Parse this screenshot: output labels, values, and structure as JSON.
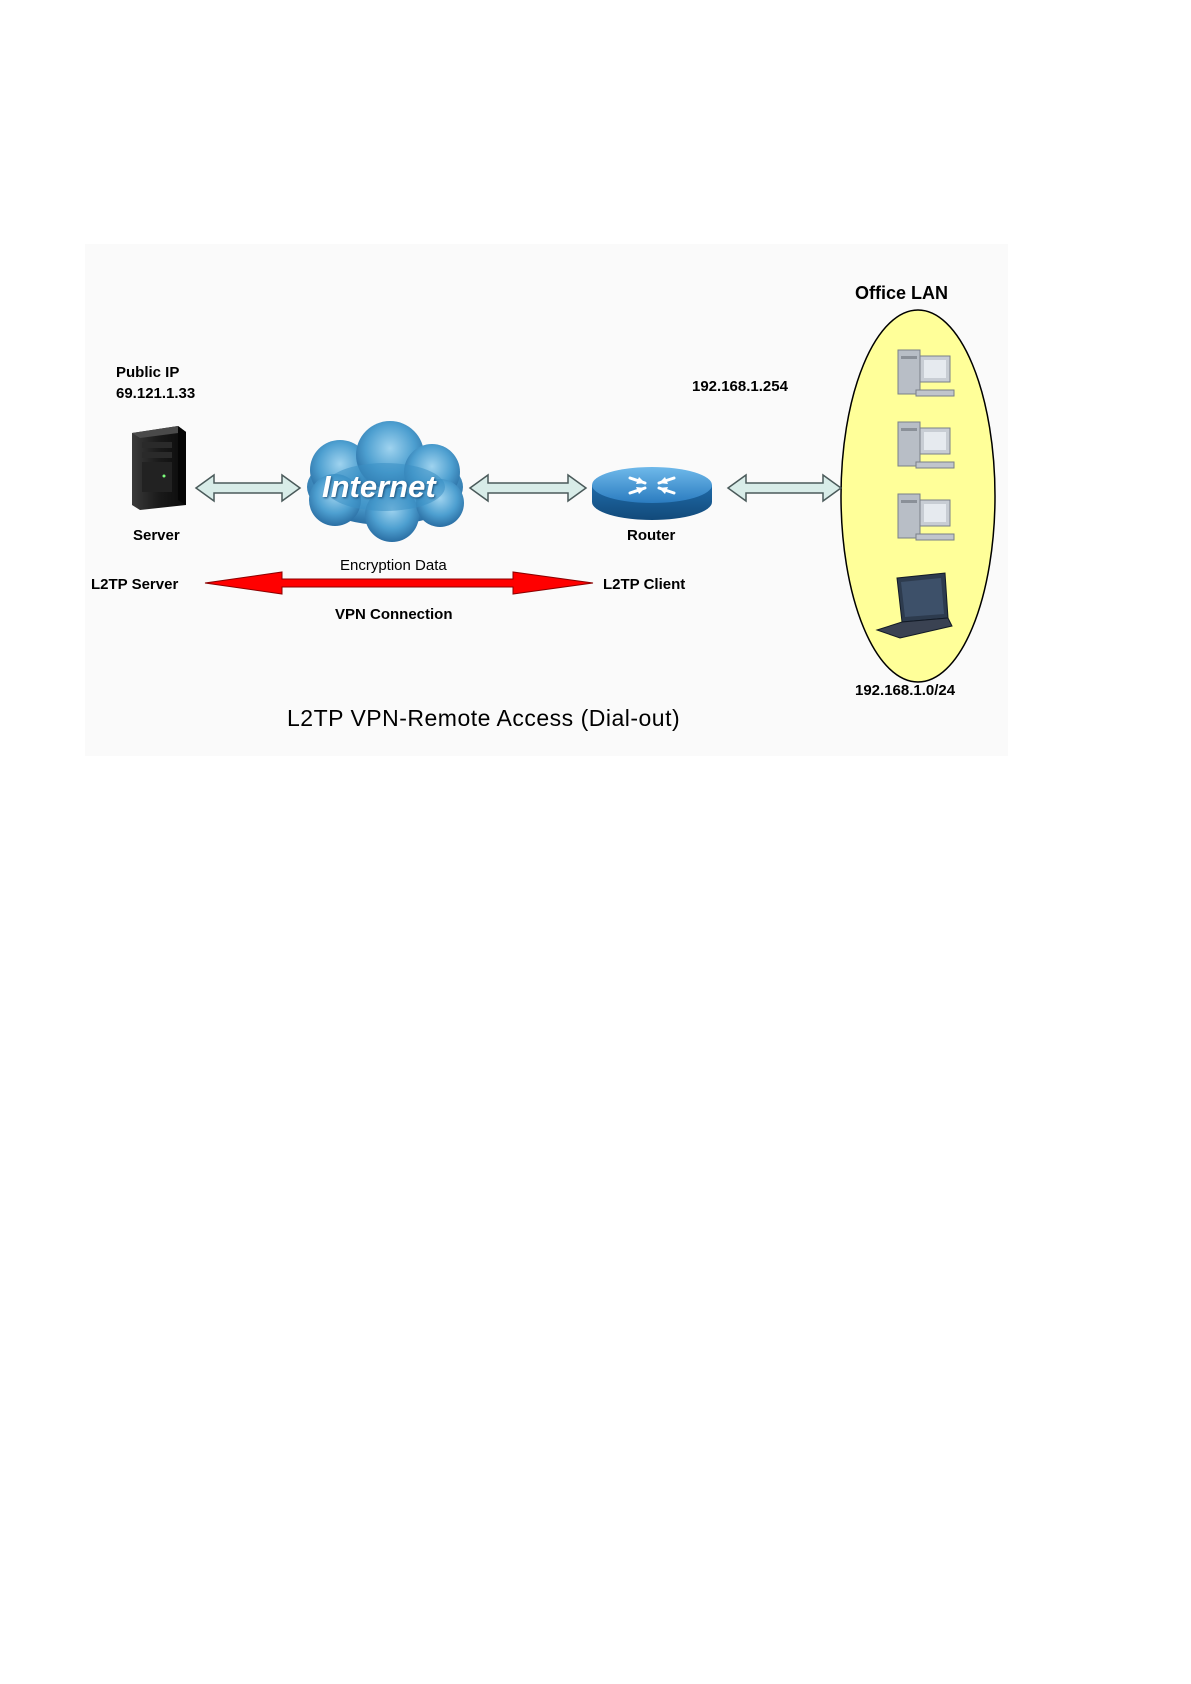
{
  "diagram": {
    "title": "L2TP VPN-Remote Access (Dial-out)",
    "public_ip_label": "Public IP",
    "public_ip_value": "69.121.1.33",
    "server_label": "Server",
    "internet_label": "Internet",
    "router_label": "Router",
    "router_ip": "192.168.1.254",
    "office_lan_label": "Office LAN",
    "lan_subnet": "192.168.1.0/24",
    "l2tp_server_label": "L2TP Server",
    "l2tp_client_label": "L2TP Client",
    "encryption_label": "Encryption Data",
    "vpn_label": "VPN Connection"
  },
  "colors": {
    "lan_ellipse_fill": "#ffff99",
    "vpn_arrow": "#ff0000",
    "link_arrow_fill": "#d8ece8",
    "cloud": "#3b8fc4",
    "router": "#2f86c8"
  },
  "icons": {
    "server": "server-tower-icon",
    "internet": "internet-cloud-icon",
    "router": "router-icon",
    "workstation": "desktop-pc-icon",
    "laptop": "laptop-icon"
  }
}
